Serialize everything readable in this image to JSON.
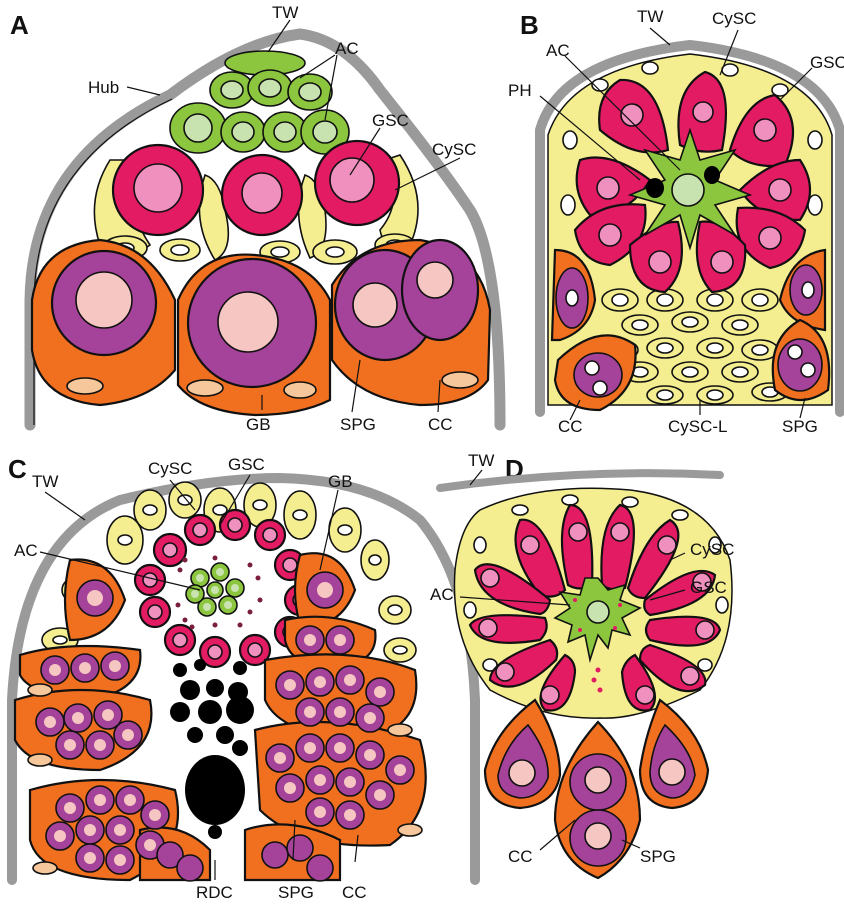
{
  "panels": [
    {
      "letter": "A",
      "labels": {
        "tw": "TW",
        "hub": "Hub",
        "ac": "AC",
        "gsc": "GSC",
        "cysc": "CySC",
        "gb": "GB",
        "spg": "SPG",
        "cc": "CC"
      }
    },
    {
      "letter": "B",
      "labels": {
        "tw": "TW",
        "cysc": "CySC",
        "ac": "AC",
        "gsc": "GSC",
        "ph": "PH",
        "cc": "CC",
        "cysc_l": "CySC-L",
        "spg": "SPG"
      }
    },
    {
      "letter": "C",
      "labels": {
        "cysc": "CySC",
        "gsc": "GSC",
        "tw": "TW",
        "gb": "GB",
        "ac": "AC",
        "rdc": "RDC",
        "spg": "SPG",
        "cc": "CC"
      }
    },
    {
      "letter": "D",
      "labels": {
        "tw": "TW",
        "cysc": "CySC",
        "ac": "AC",
        "gsc": "GSC",
        "cc": "CC",
        "spg": "SPG"
      }
    }
  ],
  "colors": {
    "hub_green": "#8cc63f",
    "hub_light": "#c9e3b0",
    "gsc_magenta": "#e31b63",
    "gsc_pink": "#f090bf",
    "cyst_yellow": "#f4ee91",
    "spermatogonia_purple": "#a5429a",
    "nucleus_peach": "#f6c6c2",
    "cyst_orange": "#f07020",
    "cc_nucleus": "#f6c79a",
    "wall_gray": "#9a9a9a",
    "rdc_black": "#000000"
  }
}
